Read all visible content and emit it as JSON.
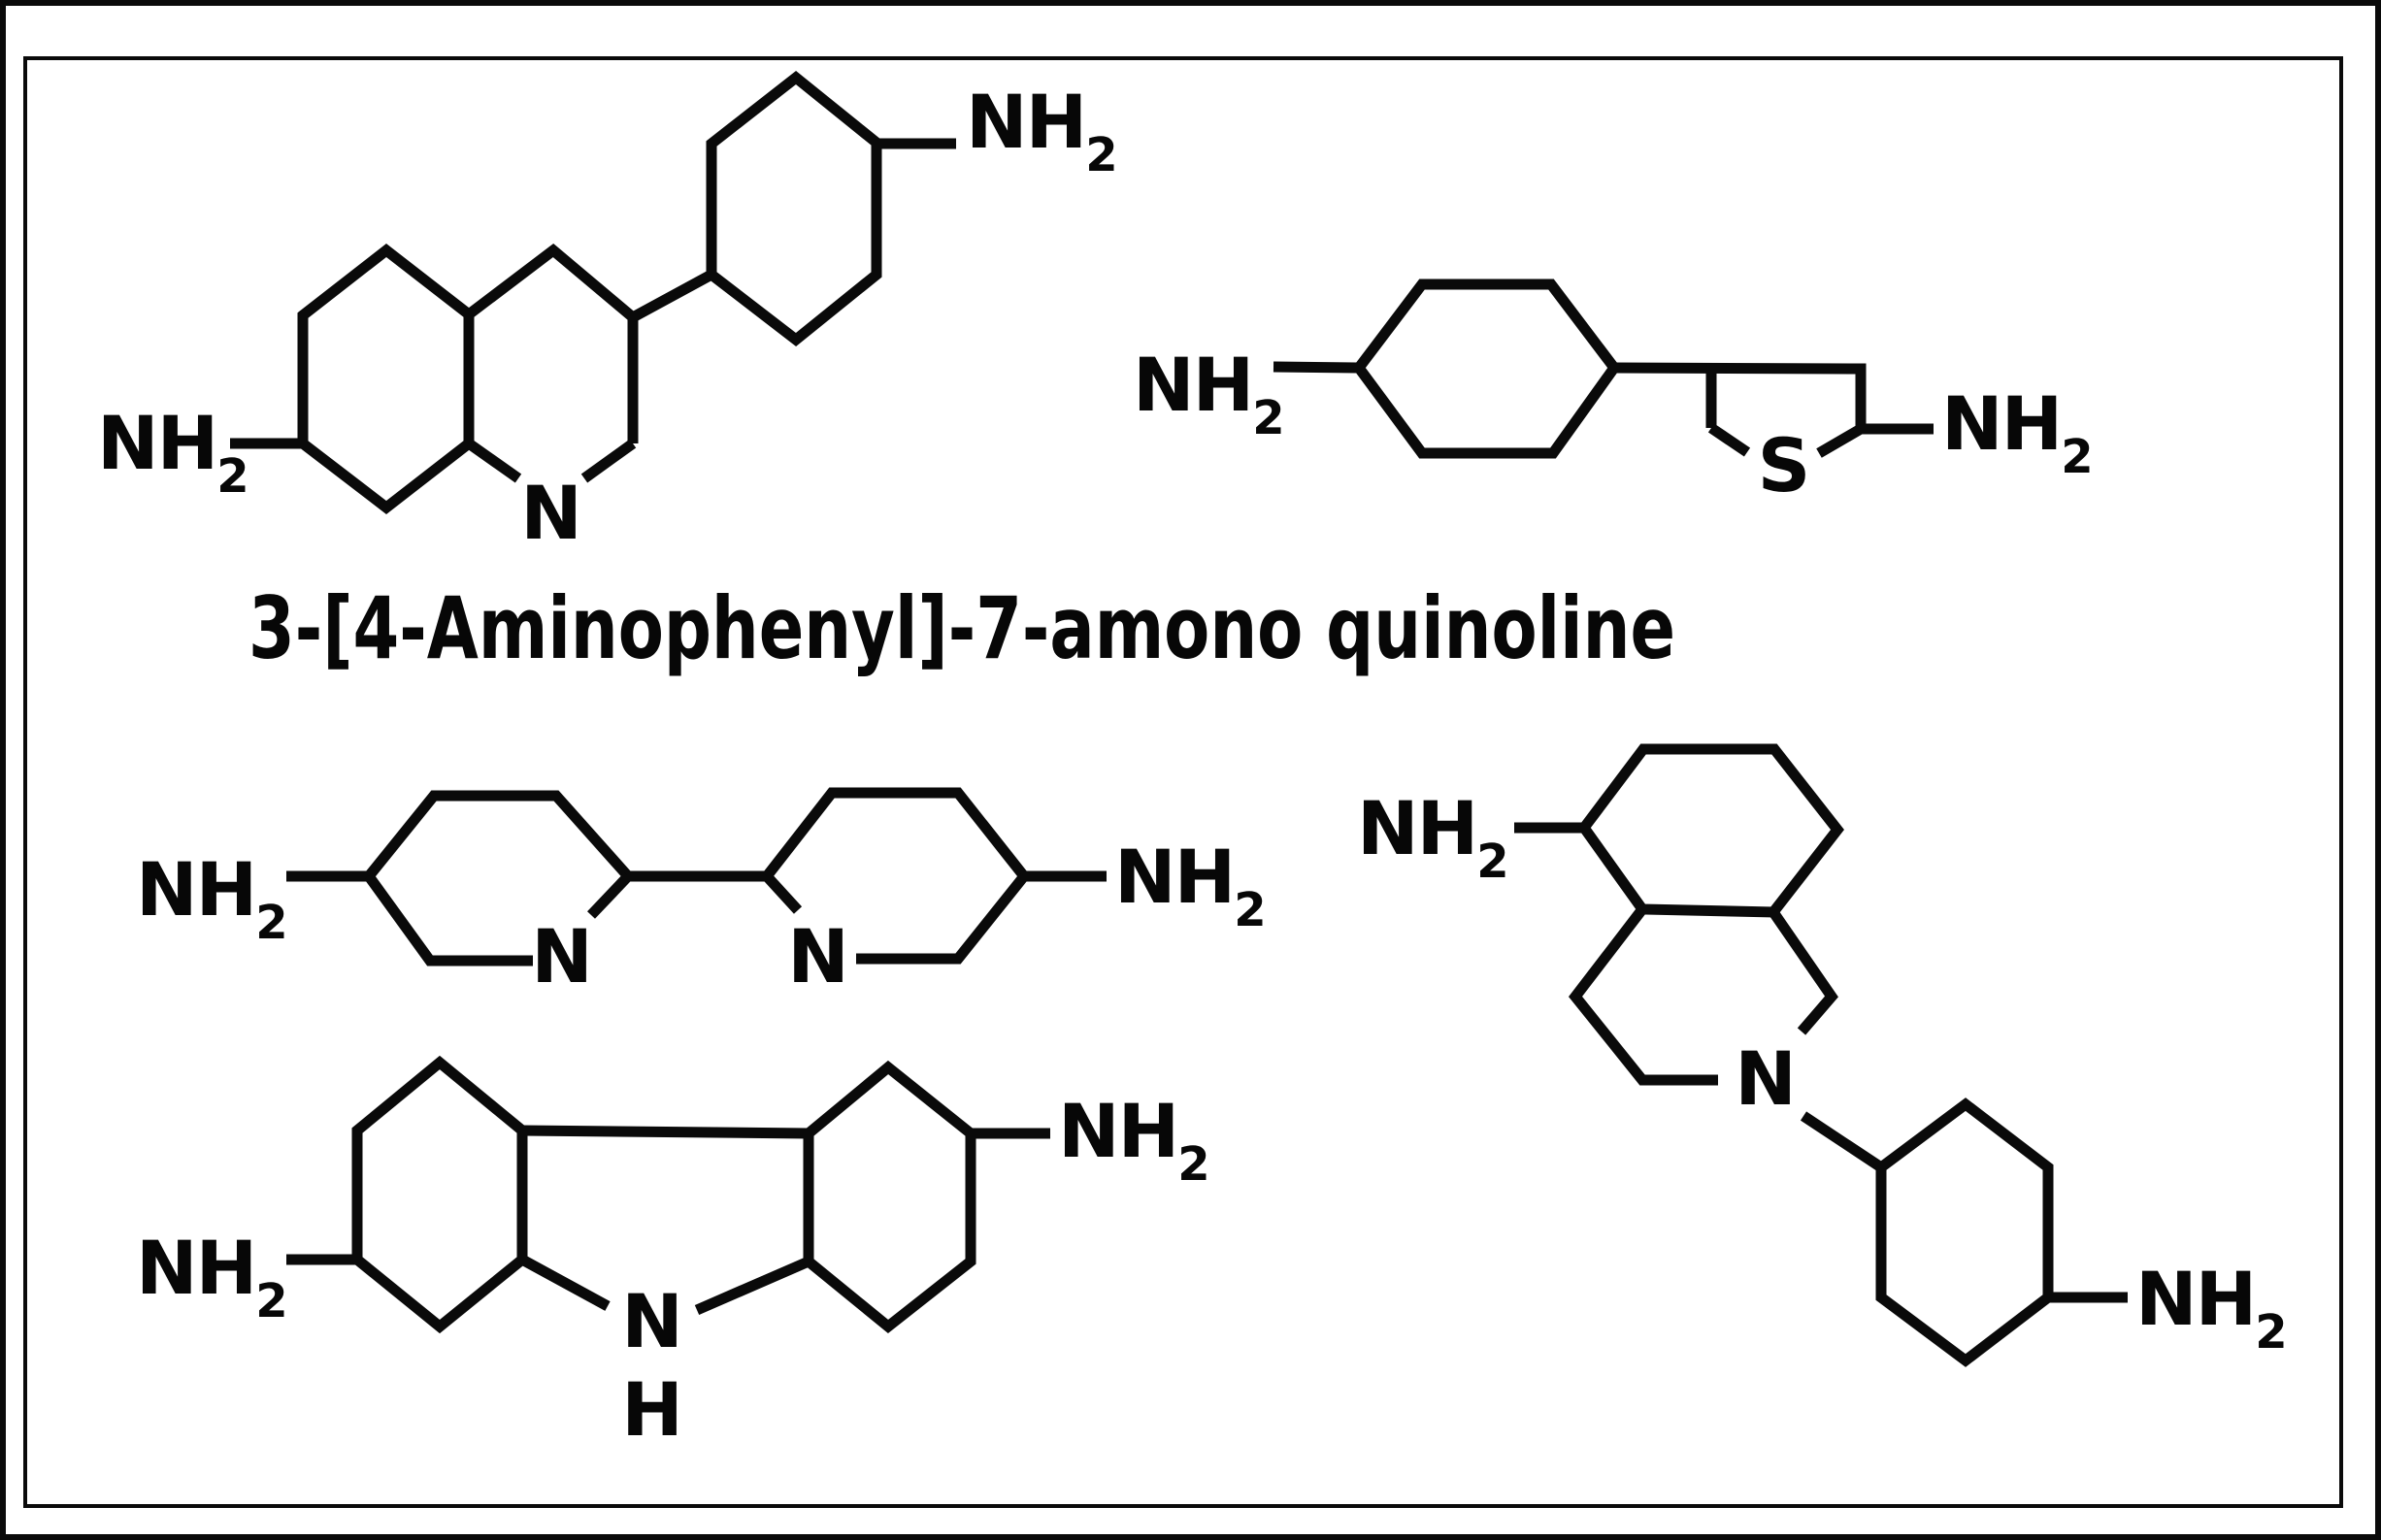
{
  "canvas": {
    "background_color": "#ffffff",
    "ink_color": "#0a0a0a"
  },
  "title": {
    "text": "3-[4-Aminophenyl]-7-amono quinoline"
  },
  "atom_labels": {
    "amine": "NH",
    "amine_subscript": "2",
    "nitrogen": "N",
    "sulfur": "S",
    "hydrogen": "H"
  }
}
